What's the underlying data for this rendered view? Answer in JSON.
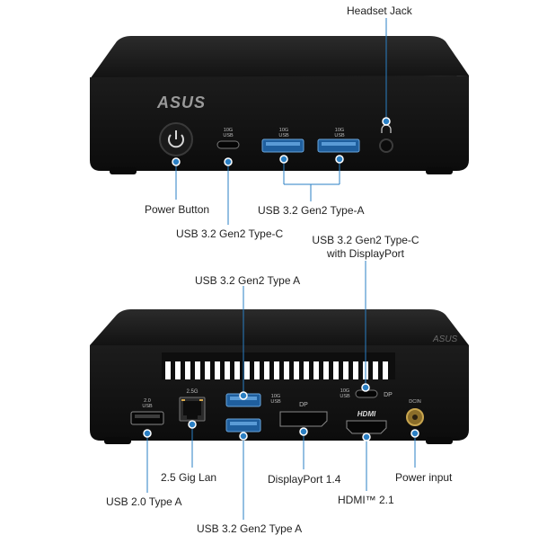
{
  "brand": {
    "logo_text": "ASUS",
    "accent": "#2a7fc4"
  },
  "front_view": {
    "port_labels": {
      "usbc_top": "10G",
      "usbc_bottom": "USB",
      "usba1_top": "10G",
      "usba1_bottom": "USB",
      "usba2_top": "10G",
      "usba2_bottom": "USB"
    },
    "callouts": {
      "headset_jack": "Headset Jack",
      "power_button": "Power Button",
      "usb_typec": "USB 3.2 Gen2 Type-C",
      "usb_typea": "USB 3.2 Gen2 Type-A"
    }
  },
  "rear_view": {
    "port_labels": {
      "usb20_top": "2.0",
      "usb20_bottom": "USB",
      "lan": "2.5G",
      "usba_top": "10G",
      "usba_bottom": "USB",
      "dp": "DP",
      "usbc_top": "10G",
      "usbc_bottom": "USB",
      "usbc_dp": "DP",
      "hdmi": "HDMI",
      "dcin": "DCIN"
    },
    "callouts": {
      "usbc_dp_line1": "USB 3.2 Gen2 Type-C",
      "usbc_dp_line2": "with DisplayPort",
      "usba_upper": "USB 3.2 Gen2 Type A",
      "lan": "2.5 Gig Lan",
      "displayport": "DisplayPort 1.4",
      "power_input": "Power input",
      "usb20": "USB 2.0 Type A",
      "hdmi": "HDMI™ 2.1",
      "usba_lower": "USB 3.2 Gen2 Type A"
    }
  }
}
